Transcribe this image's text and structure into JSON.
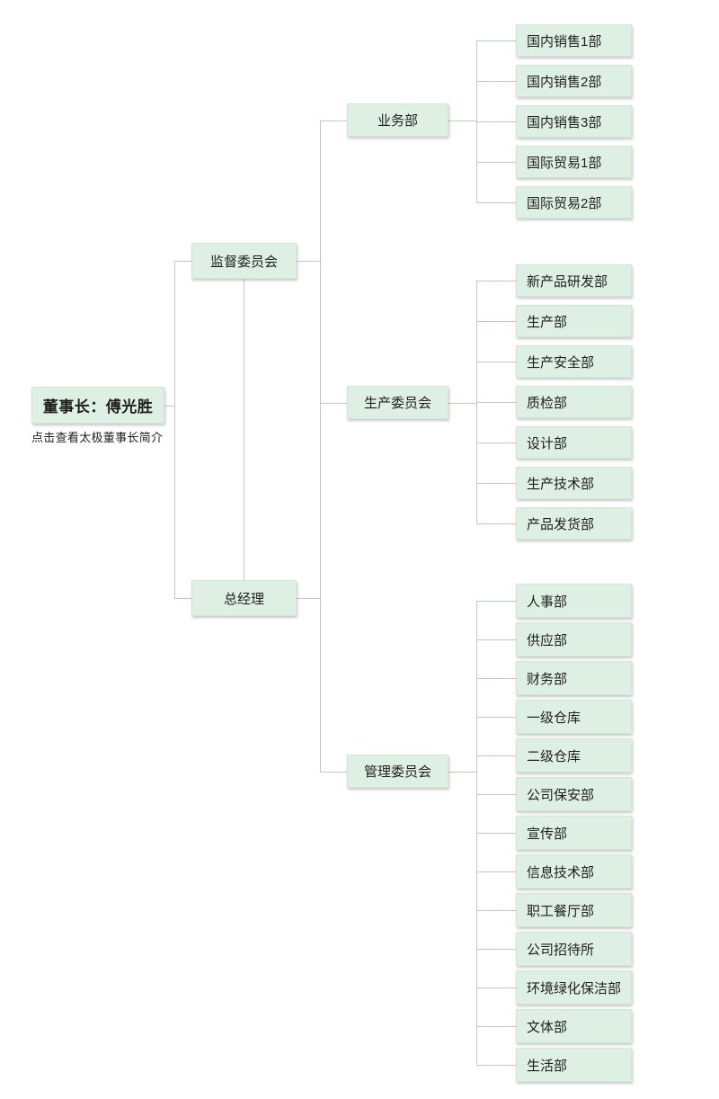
{
  "org": {
    "root": {
      "label": "董事长：傅光胜",
      "note": "点击查看太极董事长简介"
    },
    "level2": [
      {
        "id": "supervisory-committee",
        "label": "监督委员会"
      },
      {
        "id": "general-manager",
        "label": "总经理"
      }
    ],
    "branches": [
      {
        "id": "business-dept",
        "label": "业务部",
        "children": [
          "国内销售1部",
          "国内销售2部",
          "国内销售3部",
          "国际贸易1部",
          "国际贸易2部"
        ]
      },
      {
        "id": "production-committee",
        "label": "生产委员会",
        "children": [
          "新产品研发部",
          "生产部",
          "生产安全部",
          "质检部",
          "设计部",
          "生产技术部",
          "产品发货部"
        ]
      },
      {
        "id": "management-committee",
        "label": "管理委员会",
        "children": [
          "人事部",
          "供应部",
          "财务部",
          "一级仓库",
          "二级仓库",
          "公司保安部",
          "宣传部",
          "信息技术部",
          "职工餐厅部",
          "公司招待所",
          "环境绿化保洁部",
          "文体部",
          "生活部"
        ]
      }
    ]
  },
  "colors": {
    "node_fill": "#def0e3",
    "node_border": "#d2e6d8",
    "connector": "#c2c8c5",
    "text": "#1e1e1e",
    "background": "#ffffff"
  }
}
